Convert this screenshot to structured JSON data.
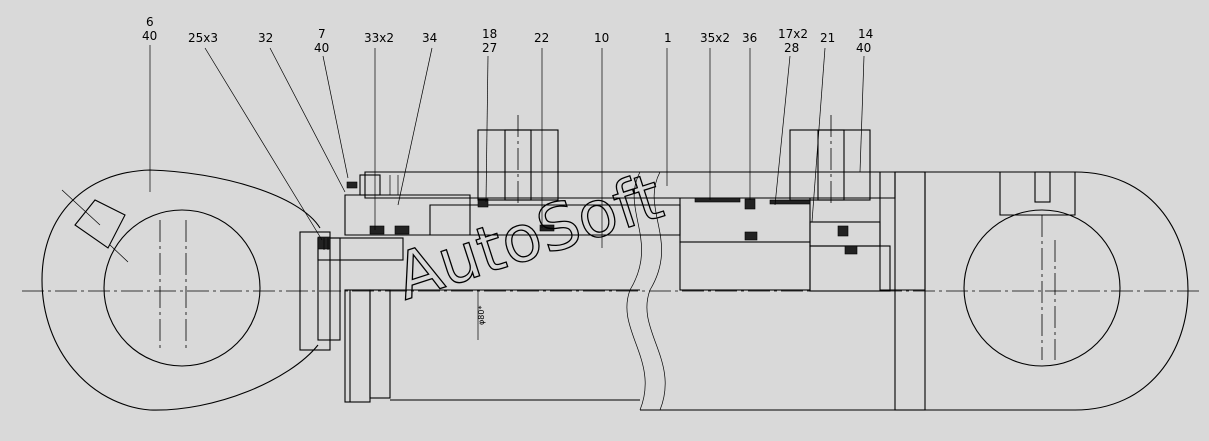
{
  "drawing": {
    "callouts": [
      {
        "id": "6",
        "label": "6",
        "sub": "40"
      },
      {
        "id": "25",
        "label": "25x3",
        "sub": ""
      },
      {
        "id": "32",
        "label": "32",
        "sub": ""
      },
      {
        "id": "7",
        "label": "7",
        "sub": "40"
      },
      {
        "id": "33",
        "label": "33x2",
        "sub": ""
      },
      {
        "id": "34",
        "label": "34",
        "sub": ""
      },
      {
        "id": "18",
        "label": "18",
        "sub": "27"
      },
      {
        "id": "22",
        "label": "22",
        "sub": ""
      },
      {
        "id": "10",
        "label": "10",
        "sub": ""
      },
      {
        "id": "1",
        "label": "1",
        "sub": ""
      },
      {
        "id": "35",
        "label": "35x2",
        "sub": ""
      },
      {
        "id": "36",
        "label": "36",
        "sub": ""
      },
      {
        "id": "17",
        "label": "17x2",
        "sub": "28"
      },
      {
        "id": "21",
        "label": "21",
        "sub": ""
      },
      {
        "id": "14",
        "label": "14",
        "sub": "40"
      }
    ],
    "dimension_label": "φ80*",
    "watermark": "AutoSoft"
  },
  "colors": {
    "background": "#d9d9d9",
    "ink": "#000000"
  }
}
